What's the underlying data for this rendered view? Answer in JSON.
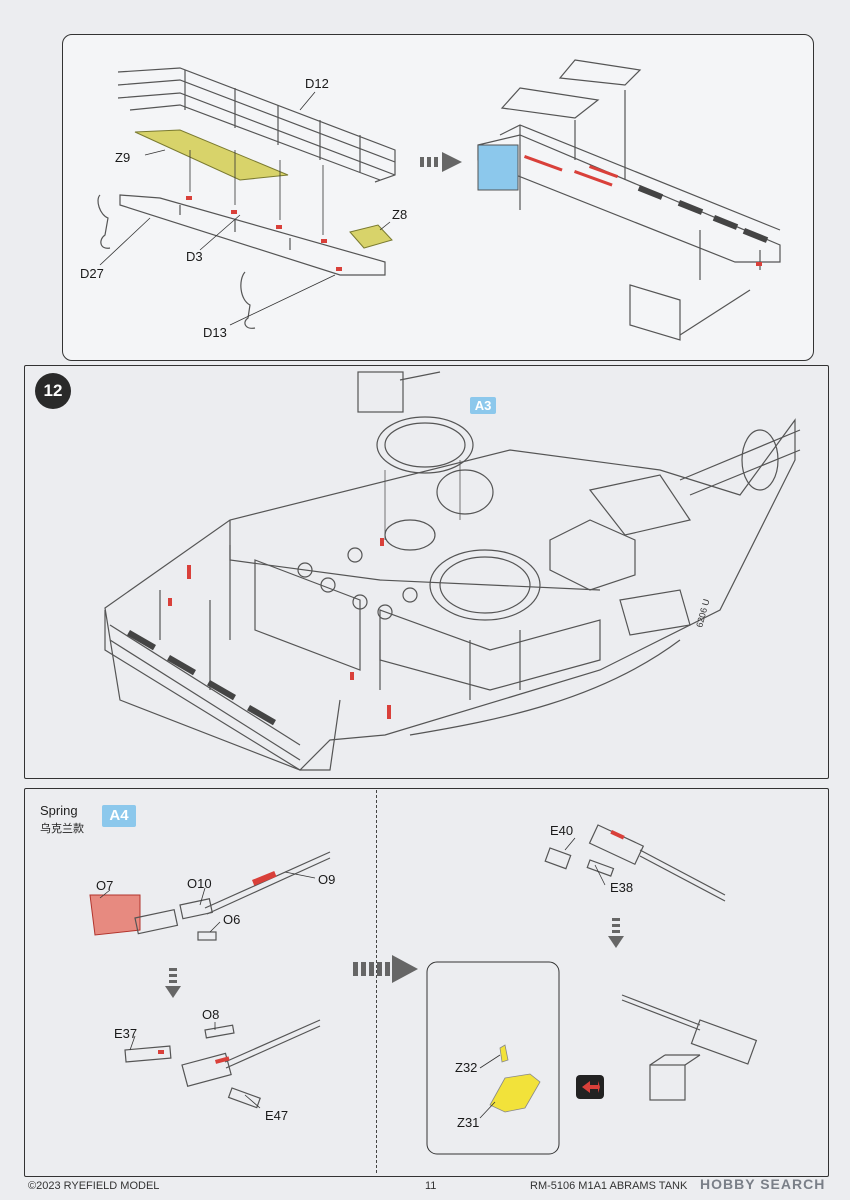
{
  "top_panel": {
    "labels": {
      "d12": "D12",
      "z9": "Z9",
      "z8": "Z8",
      "d27": "D27",
      "d3": "D3",
      "d13": "D13"
    }
  },
  "step": {
    "number": "12",
    "tag_a3": "A3",
    "hull_marking": "6206 U"
  },
  "bottom_left": {
    "title": "Spring",
    "subtitle": "乌克兰款",
    "tag_a4": "A4",
    "labels": {
      "o7": "O7",
      "o10": "O10",
      "o9": "O9",
      "o6": "O6",
      "o8": "O8",
      "e37": "E37",
      "e47": "E47"
    }
  },
  "bottom_right": {
    "labels": {
      "e40": "E40",
      "e38": "E38",
      "z32": "Z32",
      "z31": "Z31"
    }
  },
  "colors": {
    "photo_etch": "#d8d36a",
    "highlight_red": "#d9403a",
    "highlight_blue": "#8cc8ec",
    "z_part_yellow": "#f2e23a"
  },
  "footer": {
    "copyright": "©2023 RYEFIELD MODEL",
    "page_number": "11",
    "product": "RM-5106 M1A1 ABRAMS TANK",
    "watermark": "HOBBY SEARCH"
  }
}
